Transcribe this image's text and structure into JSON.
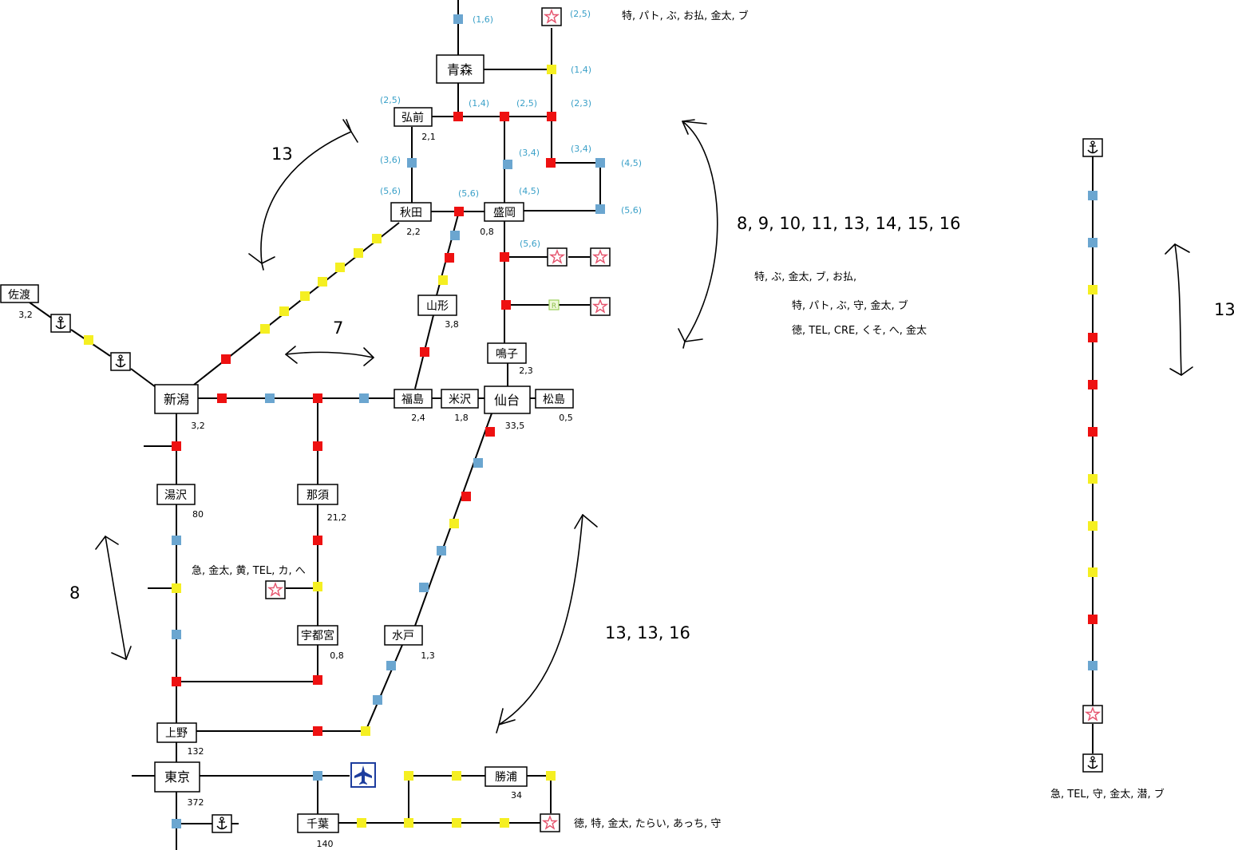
{
  "colors": {
    "red": "#ee1111",
    "blue": "#6ba6d0",
    "yellow": "#f5ef22",
    "line": "#000000",
    "coord_text": "#3aa0c8",
    "star": "#e5556e",
    "airport": "#1d3d9e"
  },
  "stations": {
    "aomori": {
      "name": "青森",
      "value": ""
    },
    "hirosaki": {
      "name": "弘前",
      "value": "2,1"
    },
    "akita": {
      "name": "秋田",
      "value": "2,2"
    },
    "morioka": {
      "name": "盛岡",
      "value": "0,8"
    },
    "yamagata": {
      "name": "山形",
      "value": "3,8"
    },
    "naruko": {
      "name": "鳴子",
      "value": "2,3"
    },
    "fukushima": {
      "name": "福島",
      "value": "2,4"
    },
    "yonezawa": {
      "name": "米沢",
      "value": "1,8"
    },
    "sendai": {
      "name": "仙台",
      "value": "33,5"
    },
    "matsushima": {
      "name": "松島",
      "value": "0,5"
    },
    "sado": {
      "name": "佐渡",
      "value": "3,2"
    },
    "niigata": {
      "name": "新潟",
      "value": "3,2"
    },
    "yuzawa": {
      "name": "湯沢",
      "value": "80"
    },
    "nasu": {
      "name": "那須",
      "value": "21,2"
    },
    "utsunomiya": {
      "name": "宇都宮",
      "value": "0,8"
    },
    "mito": {
      "name": "水戸",
      "value": "1,3"
    },
    "ueno": {
      "name": "上野",
      "value": "132"
    },
    "tokyo": {
      "name": "東京",
      "value": "372"
    },
    "chiba": {
      "name": "千葉",
      "value": "140"
    },
    "katsuura": {
      "name": "勝浦",
      "value": "34"
    }
  },
  "coords": {
    "c16": "(1,6)",
    "c25_top": "(2,5)",
    "c14_right": "(1,4)",
    "c25_hirosaki": "(2,5)",
    "c14": "(1,4)",
    "c25_mid": "(2,5)",
    "c23": "(2,3)",
    "c36": "(3,6)",
    "c34_mid": "(3,4)",
    "c34_right": "(3,4)",
    "c45_right": "(4,5)",
    "c56_akita": "(5,6)",
    "c56_mid": "(5,6)",
    "c45_mid": "(4,5)",
    "c56_right": "(5,6)",
    "c56_low": "(5,6)"
  },
  "info": {
    "aomori_top": "特, パト, ぶ, お払, 金太, ブ",
    "east_1": "特, ぶ, 金太, ブ, お払,",
    "east_2": "特, パト, ぶ, 守, 金太, ブ",
    "east_3": "徳, TEL, CRE, くそ, へ, 金太",
    "west": "急, 金太, 黄, TEL, カ, へ",
    "chiba": "徳, 特, 金太, たらい, あっち, 守",
    "right": "急, TEL, 守, 金太, 潜, ブ"
  },
  "turns": {
    "nw": "13",
    "ne": "8, 9, 10, 11, 13, 14, 15, 16",
    "center": "7",
    "sw": "8",
    "se": "13, 13, 16",
    "far_right": "13"
  },
  "icons": {
    "anchor": "anchor-icon",
    "star": "star-icon",
    "airplane": "airplane-icon",
    "r_square": "r-icon"
  },
  "r_label": "R"
}
